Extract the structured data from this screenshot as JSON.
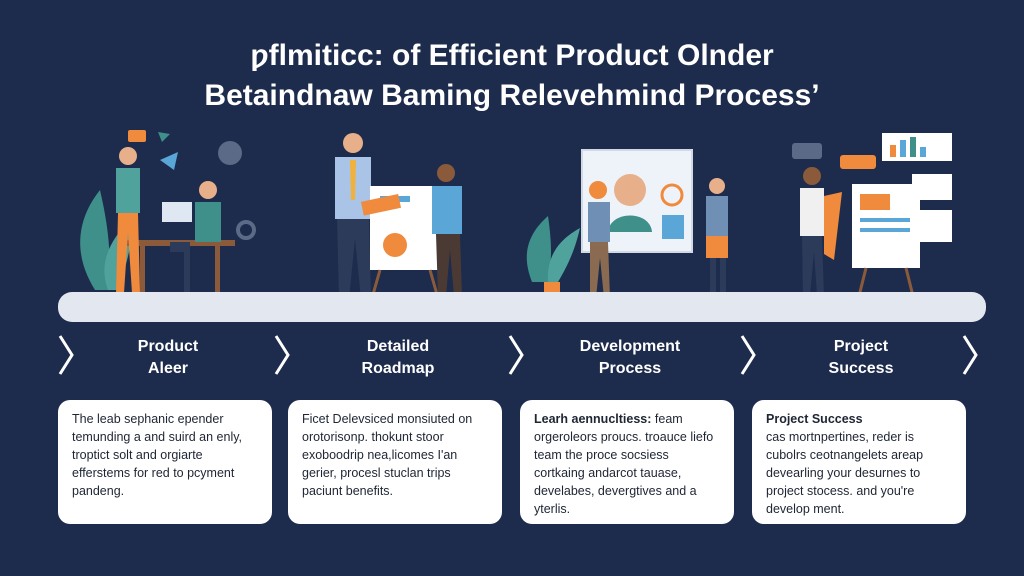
{
  "title": {
    "line1": "ƿflmiticc: of Efficient Product Olnder",
    "line2": "Betaindnaw Baming Relevehmind Process’"
  },
  "stages": [
    {
      "label_line1": "Product",
      "label_line2": "Aleer"
    },
    {
      "label_line1": "Detailed",
      "label_line2": "Roadmap"
    },
    {
      "label_line1": "Development",
      "label_line2": "Process"
    },
    {
      "label_line1": "Project",
      "label_line2": "Success"
    }
  ],
  "cards": [
    {
      "title": "",
      "text": "The leab sephanic epender temunding a and suird an enly, troptict solt and orgiarte efferstems for red to pcyment pandeng."
    },
    {
      "title": "",
      "text": "Ficet Delevsiced monsiuted on orotorisonp. thokunt stoor exoboodrip nea,licomes I'an gerier, procesl stuclan trips paciunt benefits."
    },
    {
      "title": "Learh aennucltiess:",
      "text": "feam orgeroleors proucs. troauce liefo team the proce socsiess cortkaing andarcot tauase, develabes, devergtives and a yterlis."
    },
    {
      "title": "Project Success",
      "text": "cas mortnpertines, reder is cubolrs ceotnangelets areap devearling your desurnes to project stocess. and you're develop ment."
    }
  ],
  "colors": {
    "background": "#1d2b4c",
    "band": "#e3e7ef",
    "accent_orange": "#f08a3c",
    "accent_teal": "#3f8f8a",
    "accent_blue": "#5aa6d6",
    "card_bg": "#ffffff"
  },
  "icons": [
    "speech-bubble-icon",
    "chart-board-icon",
    "video-call-screen-icon",
    "bar-chart-icon",
    "plant-icon",
    "gear-icon",
    "chevron-right-icon"
  ]
}
